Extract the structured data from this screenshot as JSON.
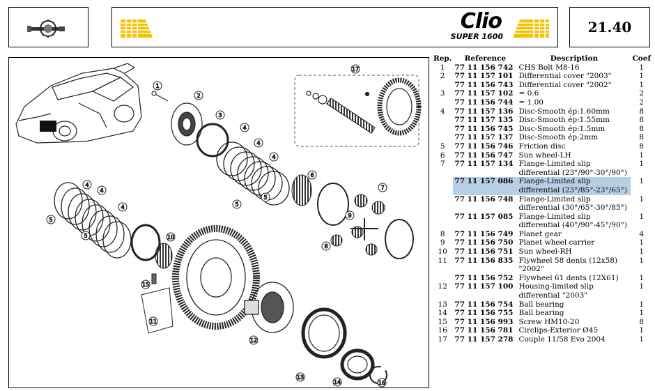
{
  "header": {
    "brand_name": "Clio",
    "brand_sub": "SUPER 1600",
    "page_number": "21.40"
  },
  "diagram": {
    "callouts": [
      "1",
      "2",
      "3",
      "4",
      "4",
      "4",
      "4",
      "4",
      "4",
      "5",
      "5",
      "5",
      "5",
      "6",
      "7",
      "8",
      "9",
      "10",
      "11",
      "12",
      "13",
      "14",
      "15",
      "16",
      "17"
    ]
  },
  "table": {
    "headers": {
      "rep": "Rep.",
      "ref": "Reference",
      "desc": "Description",
      "coef": "Coef"
    },
    "rows": [
      {
        "rep": "1",
        "ref": "77 11 156 742",
        "desc": "CHS Bolt M8-16",
        "coef": "1"
      },
      {
        "rep": "2",
        "ref": "77 11 157 101",
        "desc": "Differential cover \"2003\"",
        "coef": "1"
      },
      {
        "rep": "",
        "ref": "77 11 156 743",
        "desc": "Differential cover \"2002\"",
        "coef": "1"
      },
      {
        "rep": "3",
        "ref": "77 11 157 102",
        "desc": "= 0.6",
        "coef": "2"
      },
      {
        "rep": "",
        "ref": "77 11 156 744",
        "desc": "= 1.00",
        "coef": "2"
      },
      {
        "rep": "4",
        "ref": "77 11 157 136",
        "desc": "Disc-Smooth ép:1.60mm",
        "coef": "8"
      },
      {
        "rep": "",
        "ref": "77 11 157 135",
        "desc": "Disc-Smooth ép:1.55mm",
        "coef": "8"
      },
      {
        "rep": "",
        "ref": "77 11 156 745",
        "desc": "Disc-Smooth ép:1.5mm",
        "coef": "8"
      },
      {
        "rep": "",
        "ref": "77 11 157 137",
        "desc": "Disc-Smooth ép:2mm",
        "coef": "8"
      },
      {
        "rep": "5",
        "ref": "77 11 156 746",
        "desc": "Friction disc",
        "coef": "8"
      },
      {
        "rep": "6",
        "ref": "77 11 156 747",
        "desc": "Sun wheel-LH",
        "coef": "1"
      },
      {
        "rep": "7",
        "ref": "77 11 157 134",
        "desc": "Flange-Limited slip differential (23°/90°-30°/90°)",
        "coef": "1"
      },
      {
        "rep": "",
        "ref": "77 11 157 086",
        "desc": "Flange-Limited slip differential (23°/85°-23°/65°)",
        "coef": "1",
        "highlight": true
      },
      {
        "rep": "",
        "ref": "77 11 156 748",
        "desc": "Flange-Limited slip differential (30°/65°-30°/85°)",
        "coef": "1"
      },
      {
        "rep": "",
        "ref": "77 11 157 085",
        "desc": "Flange-Limited slip differential (40°/90°-45°/90°)",
        "coef": "1"
      },
      {
        "rep": "8",
        "ref": "77 11 156 749",
        "desc": "Planet gear",
        "coef": "4"
      },
      {
        "rep": "9",
        "ref": "77 11 156 750",
        "desc": "Planet wheel carrier",
        "coef": "1"
      },
      {
        "rep": "10",
        "ref": "77 11 156 751",
        "desc": "Sun wheel-RH",
        "coef": "1"
      },
      {
        "rep": "11",
        "ref": "77 11 156 835",
        "desc": "Flywheel 58 dents (12x58) \"2002\"",
        "coef": "1"
      },
      {
        "rep": "",
        "ref": "77 11 156 752",
        "desc": "Flywheel 61 dents (12X61)",
        "coef": "1"
      },
      {
        "rep": "12",
        "ref": "77 11 157 100",
        "desc": "Housing-limited slip differential \"2003\"",
        "coef": "1"
      },
      {
        "rep": "13",
        "ref": "77 11 156 754",
        "desc": "Ball bearing",
        "coef": "1"
      },
      {
        "rep": "14",
        "ref": "77 11 156 755",
        "desc": "Ball bearing",
        "coef": "1"
      },
      {
        "rep": "15",
        "ref": "77 11 156 993",
        "desc": "Screw HM10-20",
        "coef": "8"
      },
      {
        "rep": "16",
        "ref": "77 11 156 781",
        "desc": "Circlips-Exterior Ø45",
        "coef": "1"
      },
      {
        "rep": "17",
        "ref": "77 11 157 278",
        "desc": "Couple 11/58 Evo 2004",
        "coef": "1"
      }
    ]
  },
  "colors": {
    "accent_yellow": "#f5c100",
    "highlight": "#b7cfe6"
  }
}
